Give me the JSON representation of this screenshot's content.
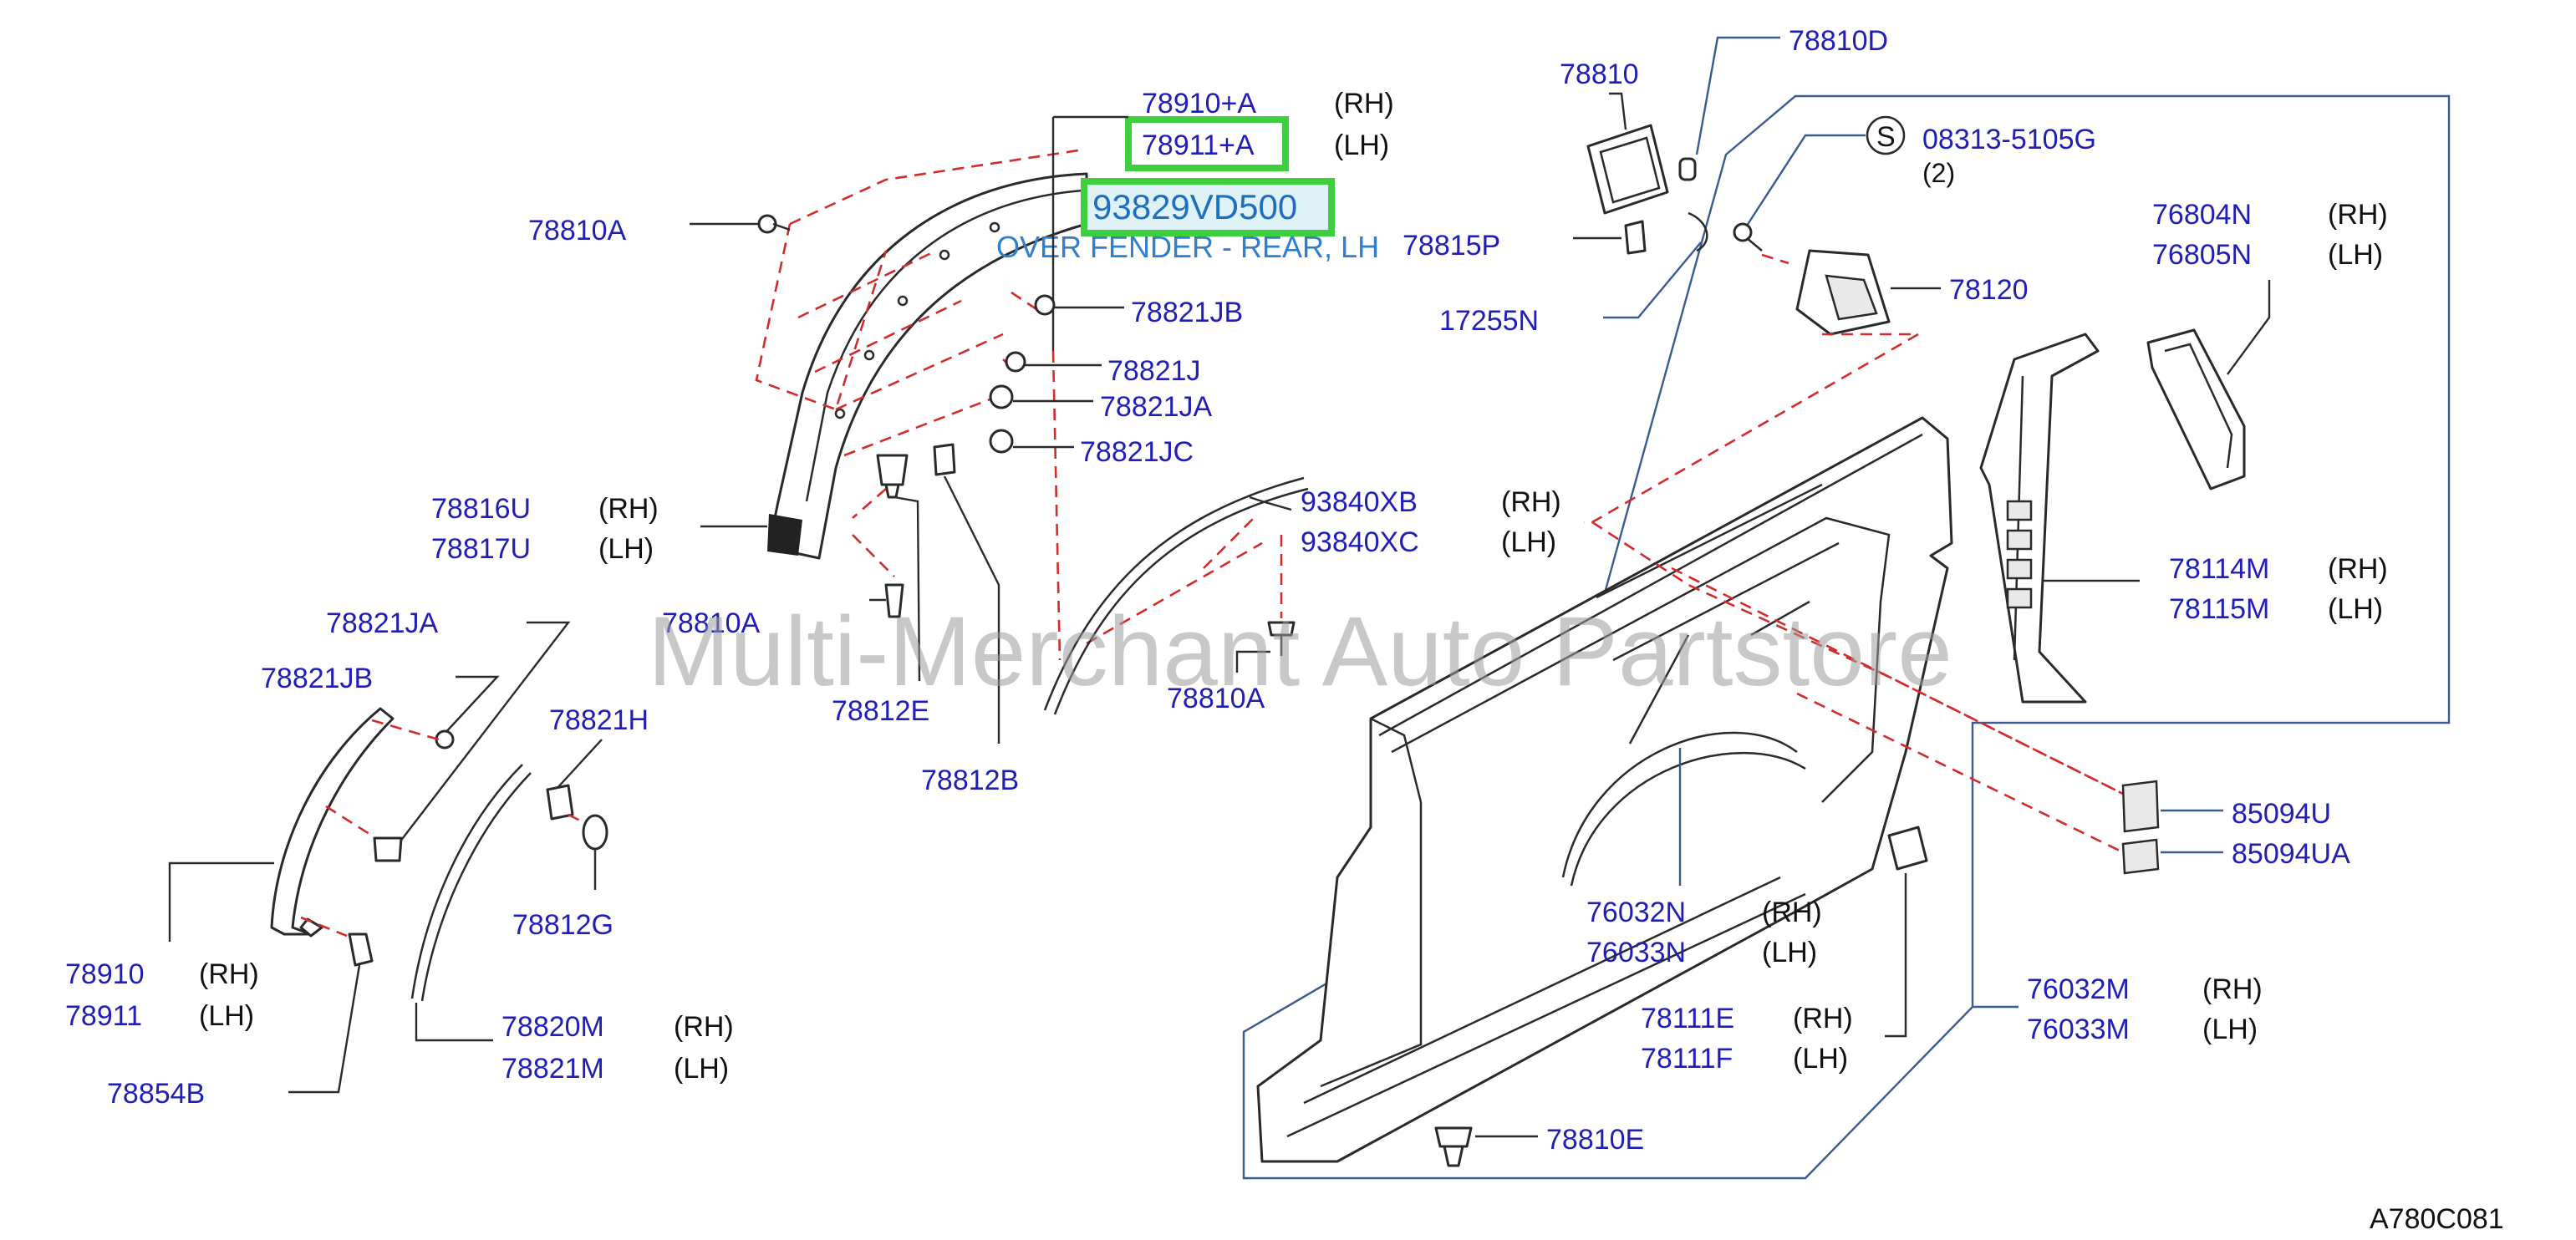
{
  "drawing_code": "A780C081",
  "watermark": "Multi-Merchant Auto Partstore",
  "highlight": {
    "part_number": "93829VD500",
    "description": "OVER FENDER - REAR, LH"
  },
  "sides": {
    "rh": "(RH)",
    "lh": "(LH)"
  },
  "screw_symbol": "S",
  "labels": {
    "p78910A": "78910+A",
    "p78911A": "78911+A",
    "p78810A_top": "78810A",
    "p78821JB_top": "78821JB",
    "p78821J": "78821J",
    "p78821JA_top": "78821JA",
    "p78821JC": "78821JC",
    "p78816U": "78816U",
    "p78817U": "78817U",
    "p78810A_mid": "78810A",
    "p78812E": "78812E",
    "p78812B": "78812B",
    "p93840XB": "93840XB",
    "p93840XC": "93840XC",
    "p78810A_low": "78810A",
    "p78821JA_left": "78821JA",
    "p78821JB_left": "78821JB",
    "p78821H": "78821H",
    "p78812G": "78812G",
    "p78910": "78910",
    "p78911": "78911",
    "p78854B": "78854B",
    "p78820M": "78820M",
    "p78821M": "78821M",
    "p78810": "78810",
    "p78810D": "78810D",
    "p78815P": "78815P",
    "p17255N": "17255N",
    "p08313": "08313-5105G",
    "p08313_qty": "(2)",
    "p78120": "78120",
    "p76804N": "76804N",
    "p76805N": "76805N",
    "p78114M": "78114M",
    "p78115M": "78115M",
    "p85094U": "85094U",
    "p85094UA": "85094UA",
    "p76032N": "76032N",
    "p76033N": "76033N",
    "p78111E": "78111E",
    "p78111F": "78111F",
    "p76032M": "76032M",
    "p76033M": "76033M",
    "p78810E": "78810E"
  }
}
